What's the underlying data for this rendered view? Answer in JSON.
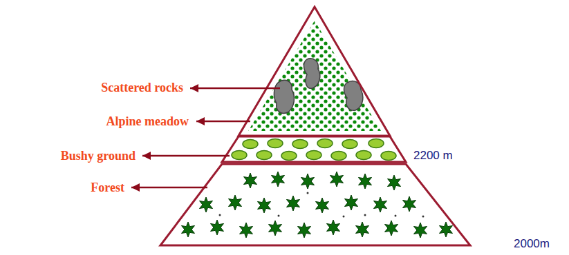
{
  "diagram": {
    "labels": [
      "Scattered rocks",
      "Alpine meadow",
      "Bushy ground",
      "Forest",
      "2200 m",
      "2000m"
    ]
  }
}
